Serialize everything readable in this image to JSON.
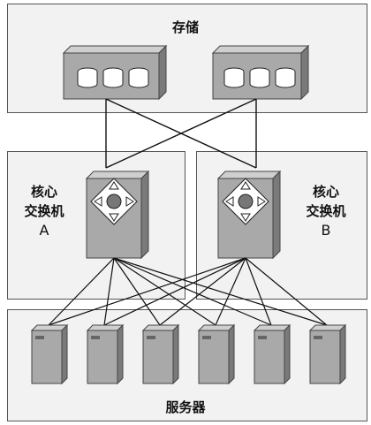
{
  "storage": {
    "label": "存储"
  },
  "core_switch_a": {
    "label_line1": "核心",
    "label_line2": "交换机",
    "label_line3": "A"
  },
  "core_switch_b": {
    "label_line1": "核心",
    "label_line2": "交换机",
    "label_line3": "B"
  },
  "servers": {
    "label": "服务器",
    "count": 6
  },
  "colors": {
    "panel_bg": "#f2f2f2",
    "device_front": "#a9a9a9",
    "device_top": "#cfcfcf",
    "device_side": "#7a7a7a",
    "line": "#111111"
  },
  "icons": [
    "disk-icon",
    "router-core-icon",
    "server-tower-icon"
  ]
}
